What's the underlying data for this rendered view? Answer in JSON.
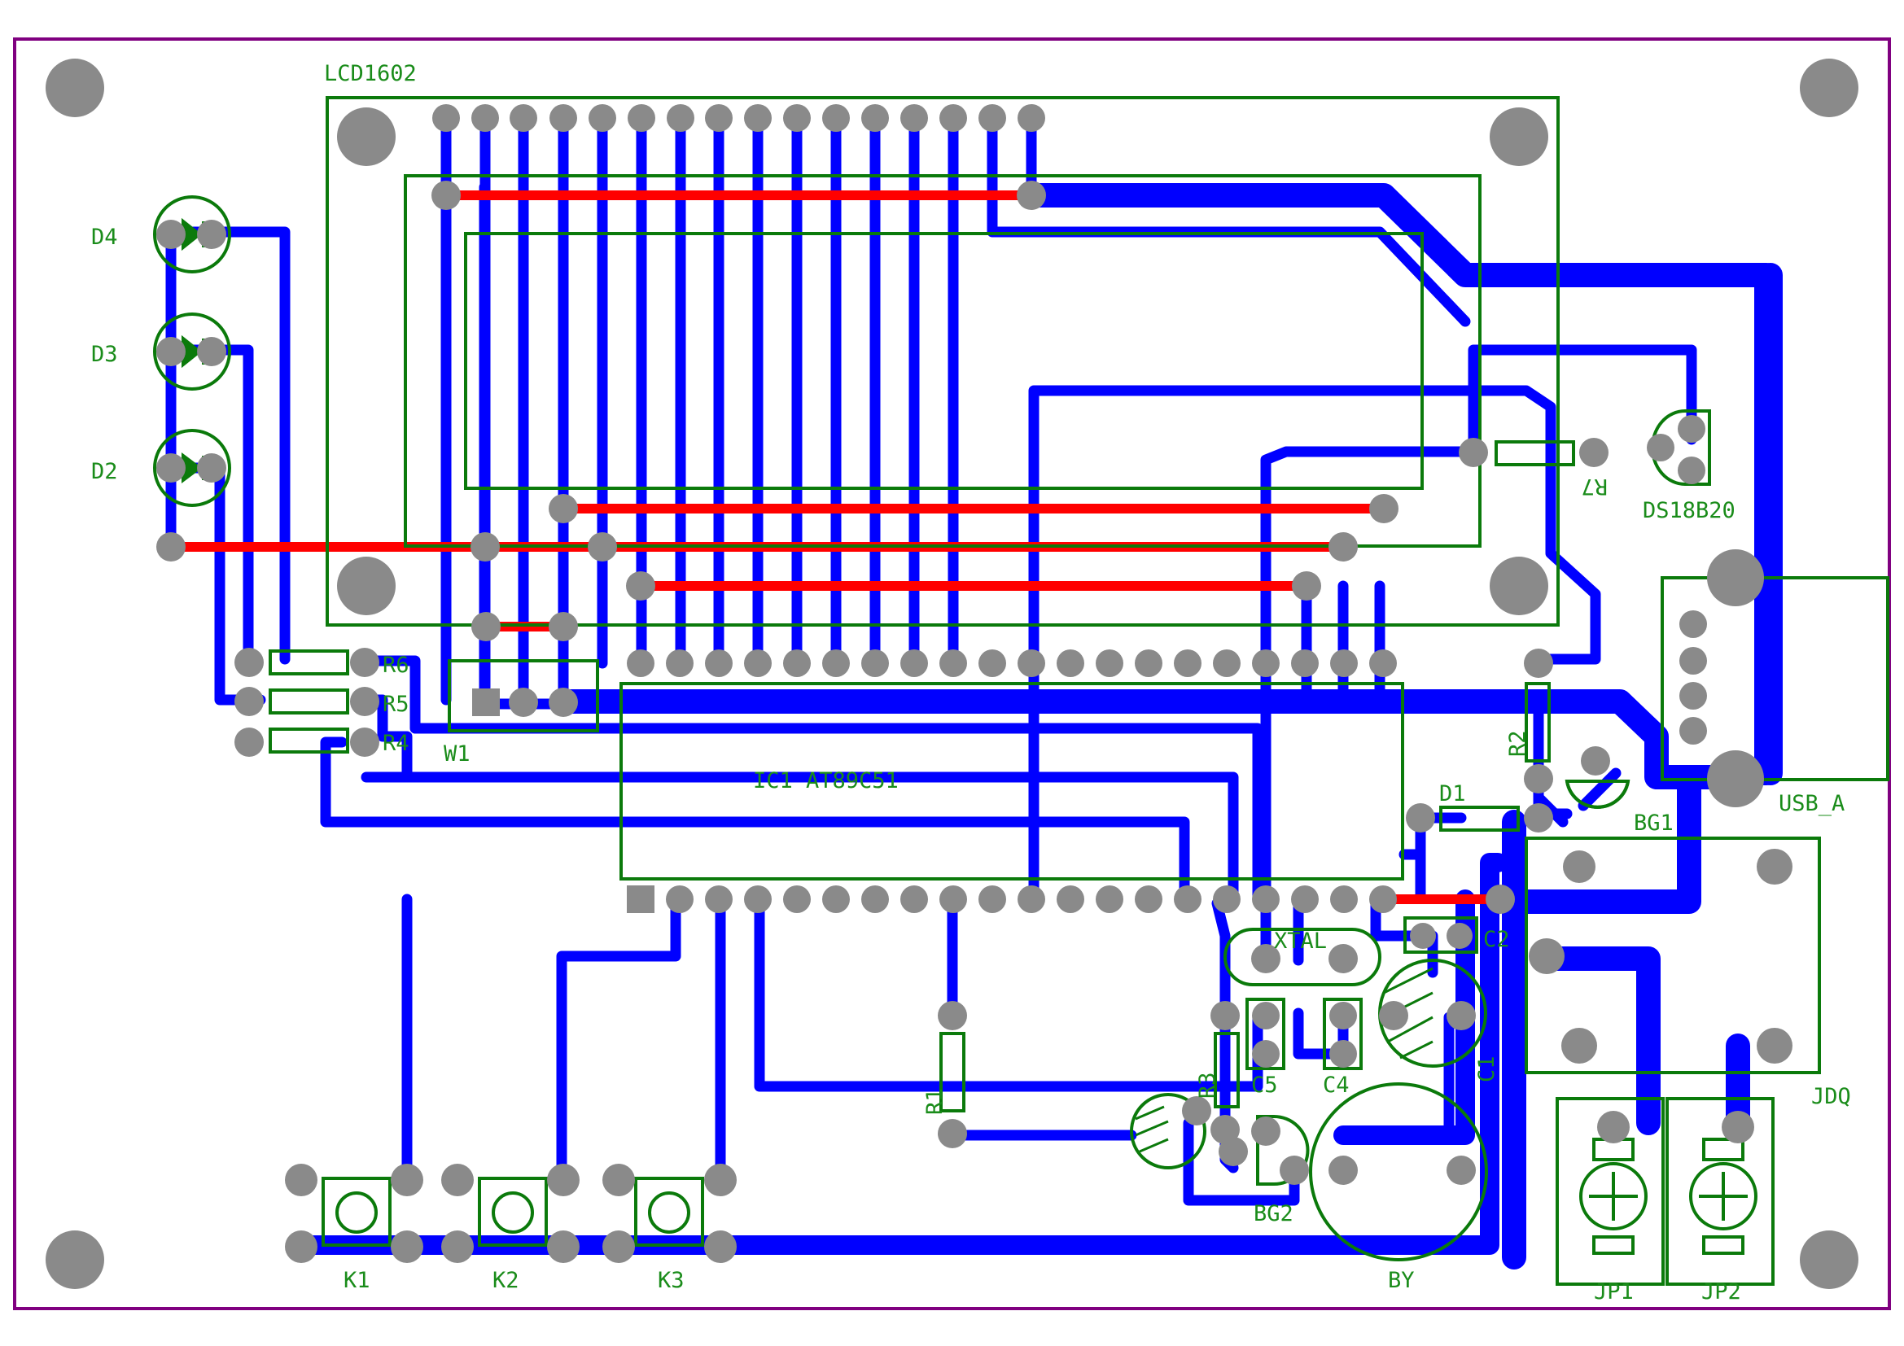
{
  "board": {
    "outline_color": "#800080",
    "trace_color": "#0000ff",
    "jumper_color": "#ff0000",
    "silkscreen_color": "#0b7a0b",
    "pad_color": "#8a8a8a"
  },
  "labels": {
    "lcd": "LCD1602",
    "d4": "D4",
    "d3": "D3",
    "d2": "D2",
    "r7": "R7",
    "ds18b20": "DS18B20",
    "r6": "R6",
    "r5": "R5",
    "r4": "R4",
    "w1": "W1",
    "ic1": "IC1 AT89C51",
    "r2": "R2",
    "d1": "D1",
    "bg1": "BG1",
    "usb_a": "USB_A",
    "xtal": "XTAL",
    "c2": "C2",
    "c5": "C5",
    "c4": "C4",
    "c1": "C1",
    "r1": "R1",
    "r3": "R3",
    "bg2": "BG2",
    "jdq": "JDQ",
    "by": "BY",
    "jp1": "JP1",
    "jp2": "JP2",
    "k1": "K1",
    "k2": "K2",
    "k3": "K3"
  }
}
